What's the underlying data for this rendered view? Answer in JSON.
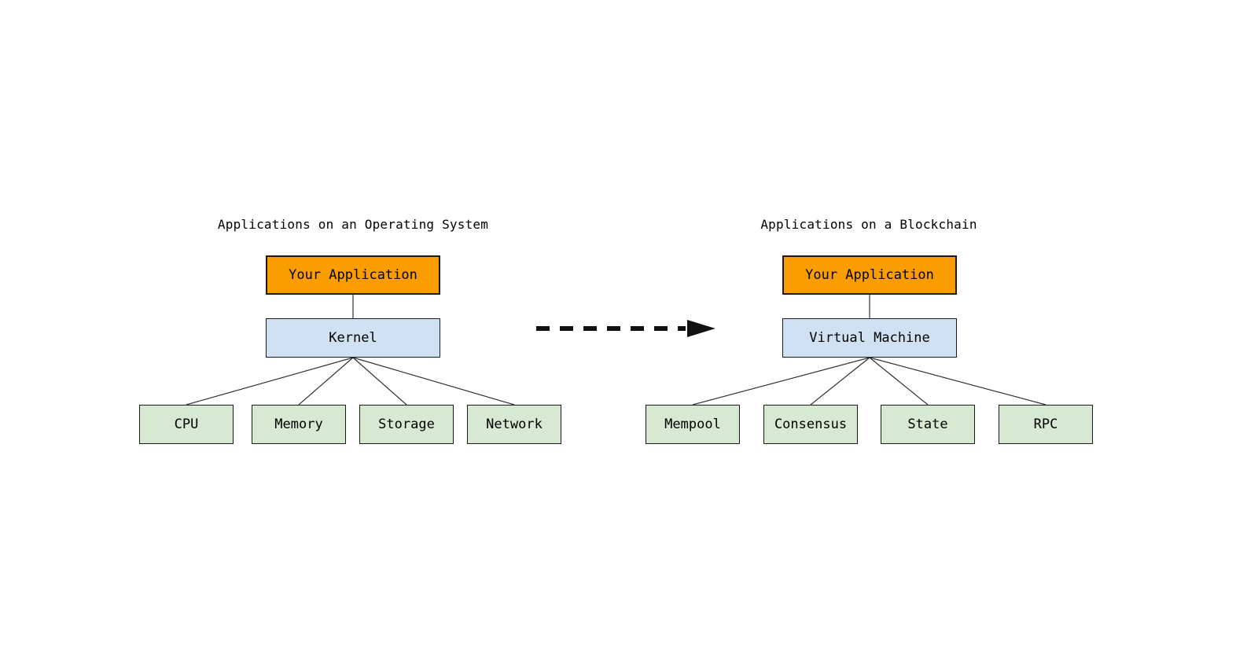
{
  "page": {
    "background": "#ffffff"
  },
  "colors": {
    "page_background": "#ffffff",
    "app_box_fill": "#f99d00",
    "middle_box_fill": "#cfe1f2",
    "child_box_fill": "#d7e8d3",
    "box_border": "#1a1a1a",
    "edge_color": "#333333",
    "arrow_color": "#111111",
    "text_color": "#000000"
  },
  "left_diagram": {
    "title": "Applications on an Operating System",
    "root": "Your Application",
    "middle": "Kernel",
    "children": [
      "CPU",
      "Memory",
      "Storage",
      "Network"
    ]
  },
  "right_diagram": {
    "title": "Applications on a Blockchain",
    "root": "Your Application",
    "middle": "Virtual Machine",
    "children": [
      "Mempool",
      "Consensus",
      "State",
      "RPC"
    ]
  }
}
